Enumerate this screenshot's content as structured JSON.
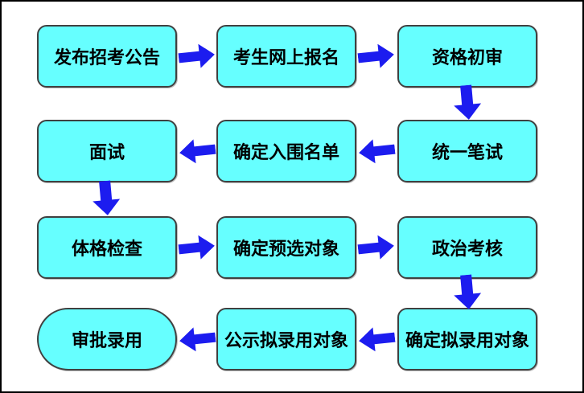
{
  "style": {
    "background": "#ffffff",
    "frame_border": "#000000",
    "node_fill": "#66ffff",
    "node_border": "#404040",
    "arrow_color": "#1c1cef",
    "text_color": "#000000"
  },
  "flowchart": {
    "type": "process-flow",
    "nodes": [
      {
        "label": "发布招考公告",
        "shape": "rounded-rectangle",
        "row": 1,
        "col": 1
      },
      {
        "label": "考生网上报名",
        "shape": "rounded-rectangle",
        "row": 1,
        "col": 2
      },
      {
        "label": "资格初审",
        "shape": "rounded-rectangle",
        "row": 1,
        "col": 3
      },
      {
        "label": "统一笔试",
        "shape": "rounded-rectangle",
        "row": 2,
        "col": 3
      },
      {
        "label": "确定入围名单",
        "shape": "rounded-rectangle",
        "row": 2,
        "col": 2
      },
      {
        "label": "面试",
        "shape": "rounded-rectangle",
        "row": 2,
        "col": 1
      },
      {
        "label": "体格检查",
        "shape": "rounded-rectangle",
        "row": 3,
        "col": 1
      },
      {
        "label": "确定预选对象",
        "shape": "rounded-rectangle",
        "row": 3,
        "col": 2
      },
      {
        "label": "政治考核",
        "shape": "rounded-rectangle",
        "row": 3,
        "col": 3
      },
      {
        "label": "确定拟录用对象",
        "shape": "rounded-rectangle",
        "row": 4,
        "col": 3
      },
      {
        "label": "公示拟录用对象",
        "shape": "rounded-rectangle",
        "row": 4,
        "col": 2
      },
      {
        "label": "审批录用",
        "shape": "stadium",
        "row": 4,
        "col": 1
      }
    ],
    "arrows": [
      {
        "from": "发布招考公告",
        "to": "考生网上报名",
        "direction": "right"
      },
      {
        "from": "考生网上报名",
        "to": "资格初审",
        "direction": "right"
      },
      {
        "from": "资格初审",
        "to": "统一笔试",
        "direction": "down"
      },
      {
        "from": "统一笔试",
        "to": "确定入围名单",
        "direction": "left"
      },
      {
        "from": "确定入围名单",
        "to": "面试",
        "direction": "left"
      },
      {
        "from": "面试",
        "to": "体格检查",
        "direction": "down"
      },
      {
        "from": "体格检查",
        "to": "确定预选对象",
        "direction": "right"
      },
      {
        "from": "确定预选对象",
        "to": "政治考核",
        "direction": "right"
      },
      {
        "from": "政治考核",
        "to": "确定拟录用对象",
        "direction": "down"
      },
      {
        "from": "确定拟录用对象",
        "to": "公示拟录用对象",
        "direction": "left"
      },
      {
        "from": "公示拟录用对象",
        "to": "审批录用",
        "direction": "left"
      }
    ]
  }
}
